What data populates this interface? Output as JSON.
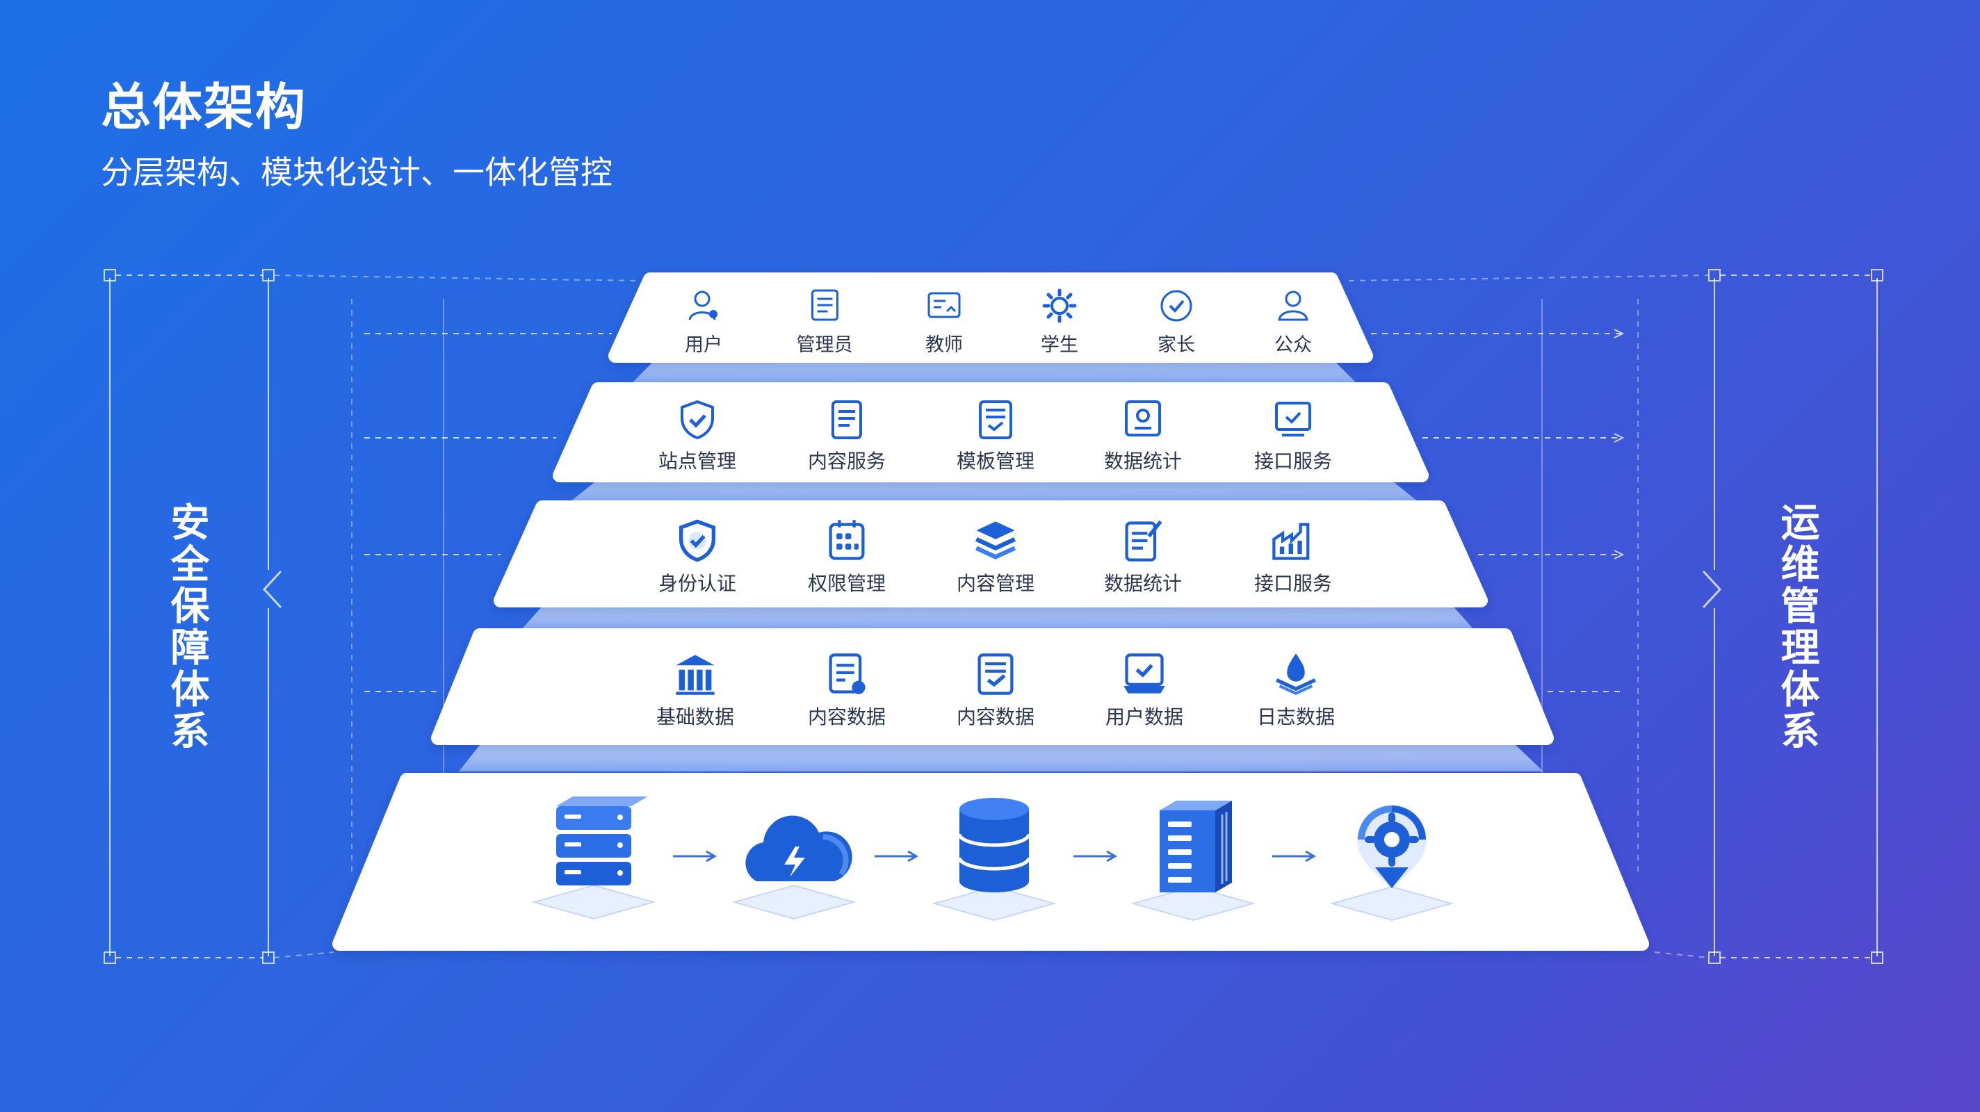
{
  "title": "总体架构",
  "subtitle": "分层架构、模块化设计、一体化管控",
  "left_system": "安全保障体系",
  "right_system": "运维管理体系",
  "layers": [
    {
      "items": [
        {
          "label": "用户",
          "icon": "user-icon"
        },
        {
          "label": "管理员",
          "icon": "admin-icon"
        },
        {
          "label": "教师",
          "icon": "teacher-icon"
        },
        {
          "label": "学生",
          "icon": "student-icon"
        },
        {
          "label": "家长",
          "icon": "parent-icon"
        },
        {
          "label": "公众",
          "icon": "public-icon"
        }
      ]
    },
    {
      "items": [
        {
          "label": "站点管理",
          "icon": "shield-icon"
        },
        {
          "label": "内容服务",
          "icon": "document-icon"
        },
        {
          "label": "模板管理",
          "icon": "template-icon"
        },
        {
          "label": "数据统计",
          "icon": "chart-icon"
        },
        {
          "label": "接口服务",
          "icon": "monitor-icon"
        }
      ]
    },
    {
      "items": [
        {
          "label": "身份认证",
          "icon": "shield-check-icon"
        },
        {
          "label": "权限管理",
          "icon": "permission-icon"
        },
        {
          "label": "内容管理",
          "icon": "layers-icon"
        },
        {
          "label": "数据统计",
          "icon": "edit-doc-icon"
        },
        {
          "label": "接口服务",
          "icon": "factory-icon"
        }
      ]
    },
    {
      "items": [
        {
          "label": "基础数据",
          "icon": "building-icon"
        },
        {
          "label": "内容数据",
          "icon": "doc-info-icon"
        },
        {
          "label": "内容数据",
          "icon": "doc-check-icon"
        },
        {
          "label": "用户数据",
          "icon": "user-data-icon"
        },
        {
          "label": "日志数据",
          "icon": "drop-stack-icon"
        }
      ]
    },
    {
      "items": [
        {
          "icon": "server-rack-icon"
        },
        {
          "icon": "cloud-icon"
        },
        {
          "icon": "database-icon"
        },
        {
          "icon": "server-tower-icon"
        },
        {
          "icon": "gear-location-icon"
        }
      ]
    }
  ],
  "colors": {
    "accent": "#1d5fd6",
    "text": "#2b3550",
    "bg_start": "#1d6fe6",
    "bg_end": "#5a46c9"
  }
}
